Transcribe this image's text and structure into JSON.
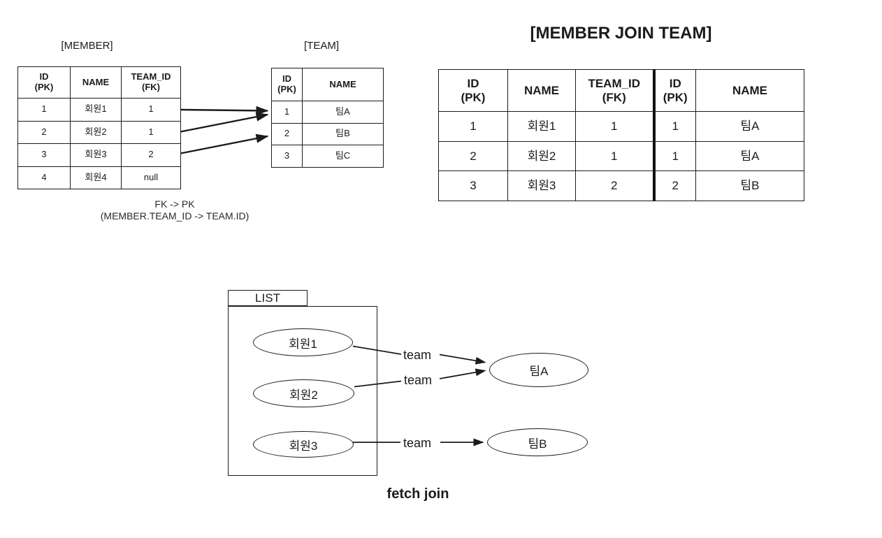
{
  "page": {
    "background": "#ffffff",
    "ink": "#1b1b1b"
  },
  "member_table": {
    "title": "[MEMBER]",
    "headers": [
      "ID\n(PK)",
      "NAME",
      "TEAM_ID\n(FK)"
    ],
    "rows": [
      [
        "1",
        "회원1",
        "1"
      ],
      [
        "2",
        "회원2",
        "1"
      ],
      [
        "3",
        "회원3",
        "2"
      ],
      [
        "4",
        "회원4",
        "null"
      ]
    ]
  },
  "team_table": {
    "title": "[TEAM]",
    "headers": [
      "ID\n(PK)",
      "NAME"
    ],
    "rows": [
      [
        "1",
        "팀A"
      ],
      [
        "2",
        "팀B"
      ],
      [
        "3",
        "팀C"
      ]
    ]
  },
  "fk_note": {
    "line1": "FK -> PK",
    "line2": "(MEMBER.TEAM_ID -> TEAM.ID)"
  },
  "join_table": {
    "title": "[MEMBER JOIN TEAM]",
    "headers": [
      "ID\n(PK)",
      "NAME",
      "TEAM_ID\n(FK)",
      "ID\n(PK)",
      "NAME"
    ],
    "rows": [
      [
        "1",
        "회원1",
        "1",
        "1",
        "팀A"
      ],
      [
        "2",
        "회원2",
        "1",
        "1",
        "팀A"
      ],
      [
        "3",
        "회원3",
        "2",
        "2",
        "팀B"
      ]
    ]
  },
  "fetch_join": {
    "list_label": "LIST",
    "member_nodes": [
      "회원1",
      "회원2",
      "회원3"
    ],
    "team_nodes": [
      "팀A",
      "팀B"
    ],
    "edge_labels": [
      "team",
      "team",
      "team"
    ],
    "caption": "fetch join"
  }
}
